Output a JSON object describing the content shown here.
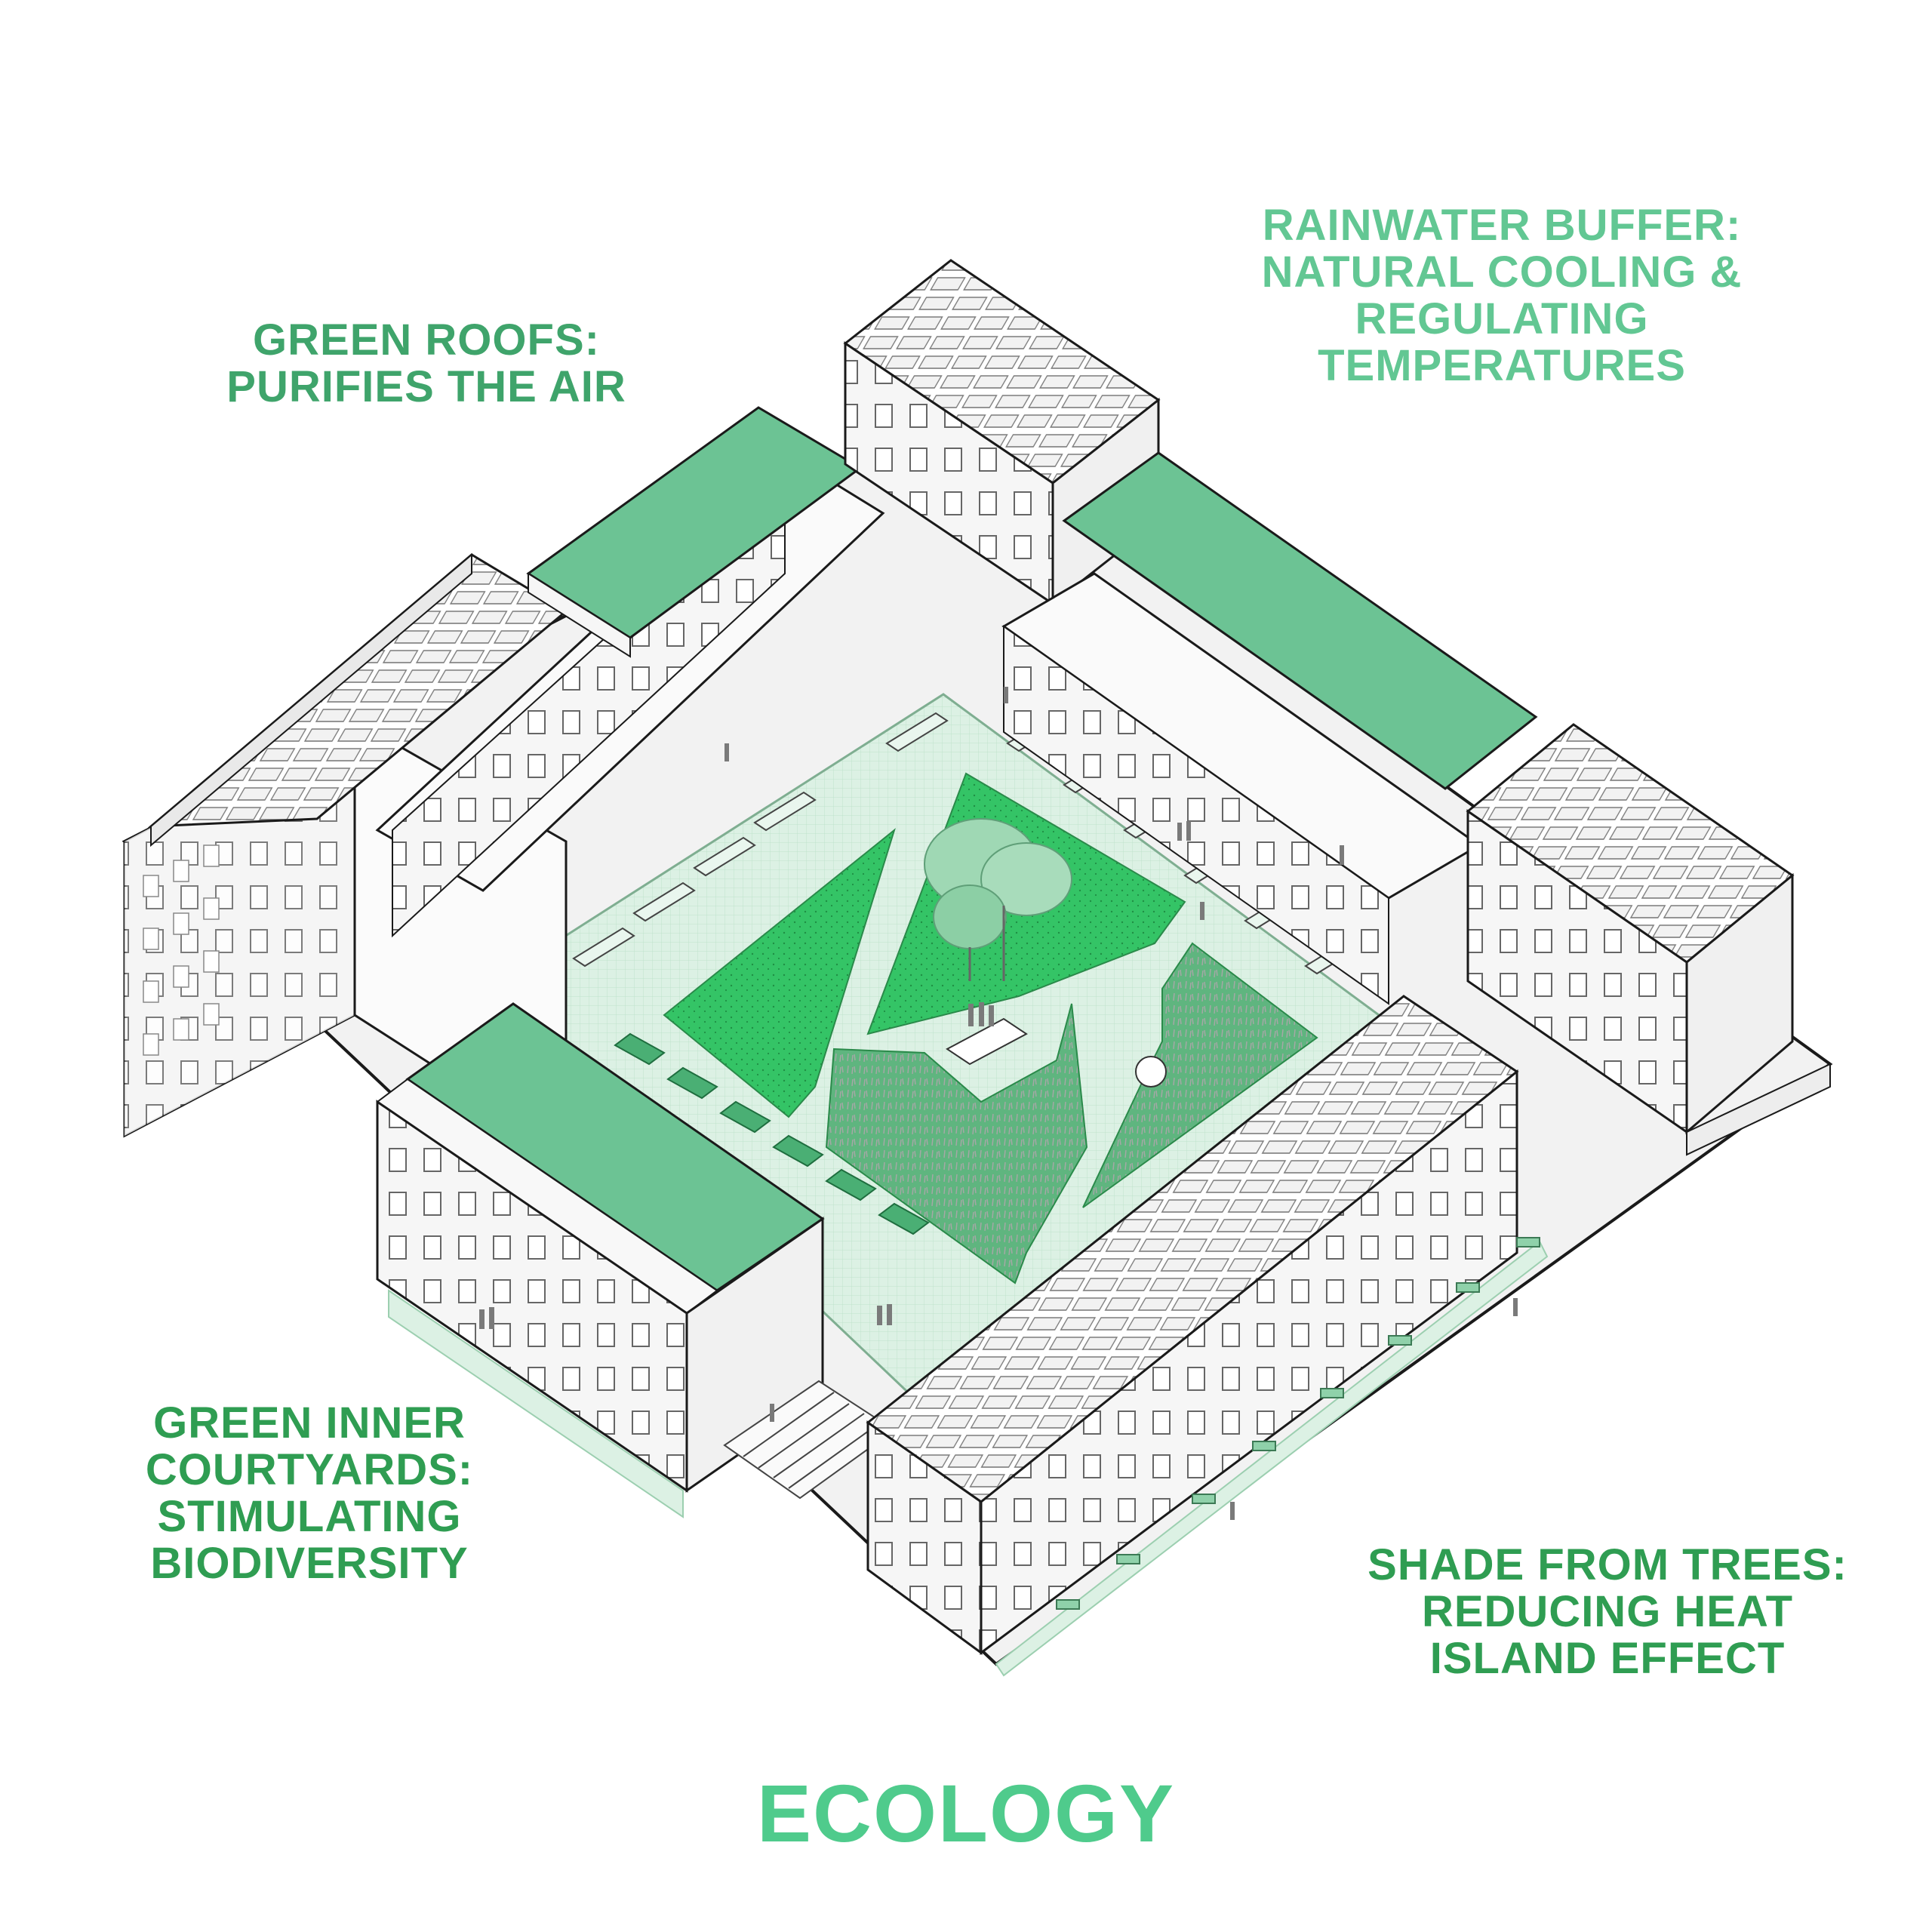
{
  "title": "ECOLOGY",
  "annotations": {
    "green_roofs": [
      "GREEN ROOFS:",
      "PURIFIES THE AIR"
    ],
    "rainwater": [
      "RAINWATER BUFFER:",
      "NATURAL COOLING &",
      "REGULATING",
      "TEMPERATURES"
    ],
    "courtyards": [
      "GREEN INNER",
      "COURTYARDS:",
      "STIMULATING",
      "BIODIVERSITY"
    ],
    "shade": [
      "SHADE FROM TREES:",
      "REDUCING HEAT",
      "ISLAND EFFECT"
    ]
  },
  "colors": {
    "green_roof": "#6cc394",
    "courtyard_lawn": "#34c466",
    "courtyard_meadow": "#5fb57f",
    "paving": "#dcf1e4",
    "building": "#f4f4f4",
    "outline": "#1a1a1a",
    "label_dark_green": "#2f9d52",
    "label_light_green": "#62c793",
    "title_green": "#4fcb8c"
  }
}
